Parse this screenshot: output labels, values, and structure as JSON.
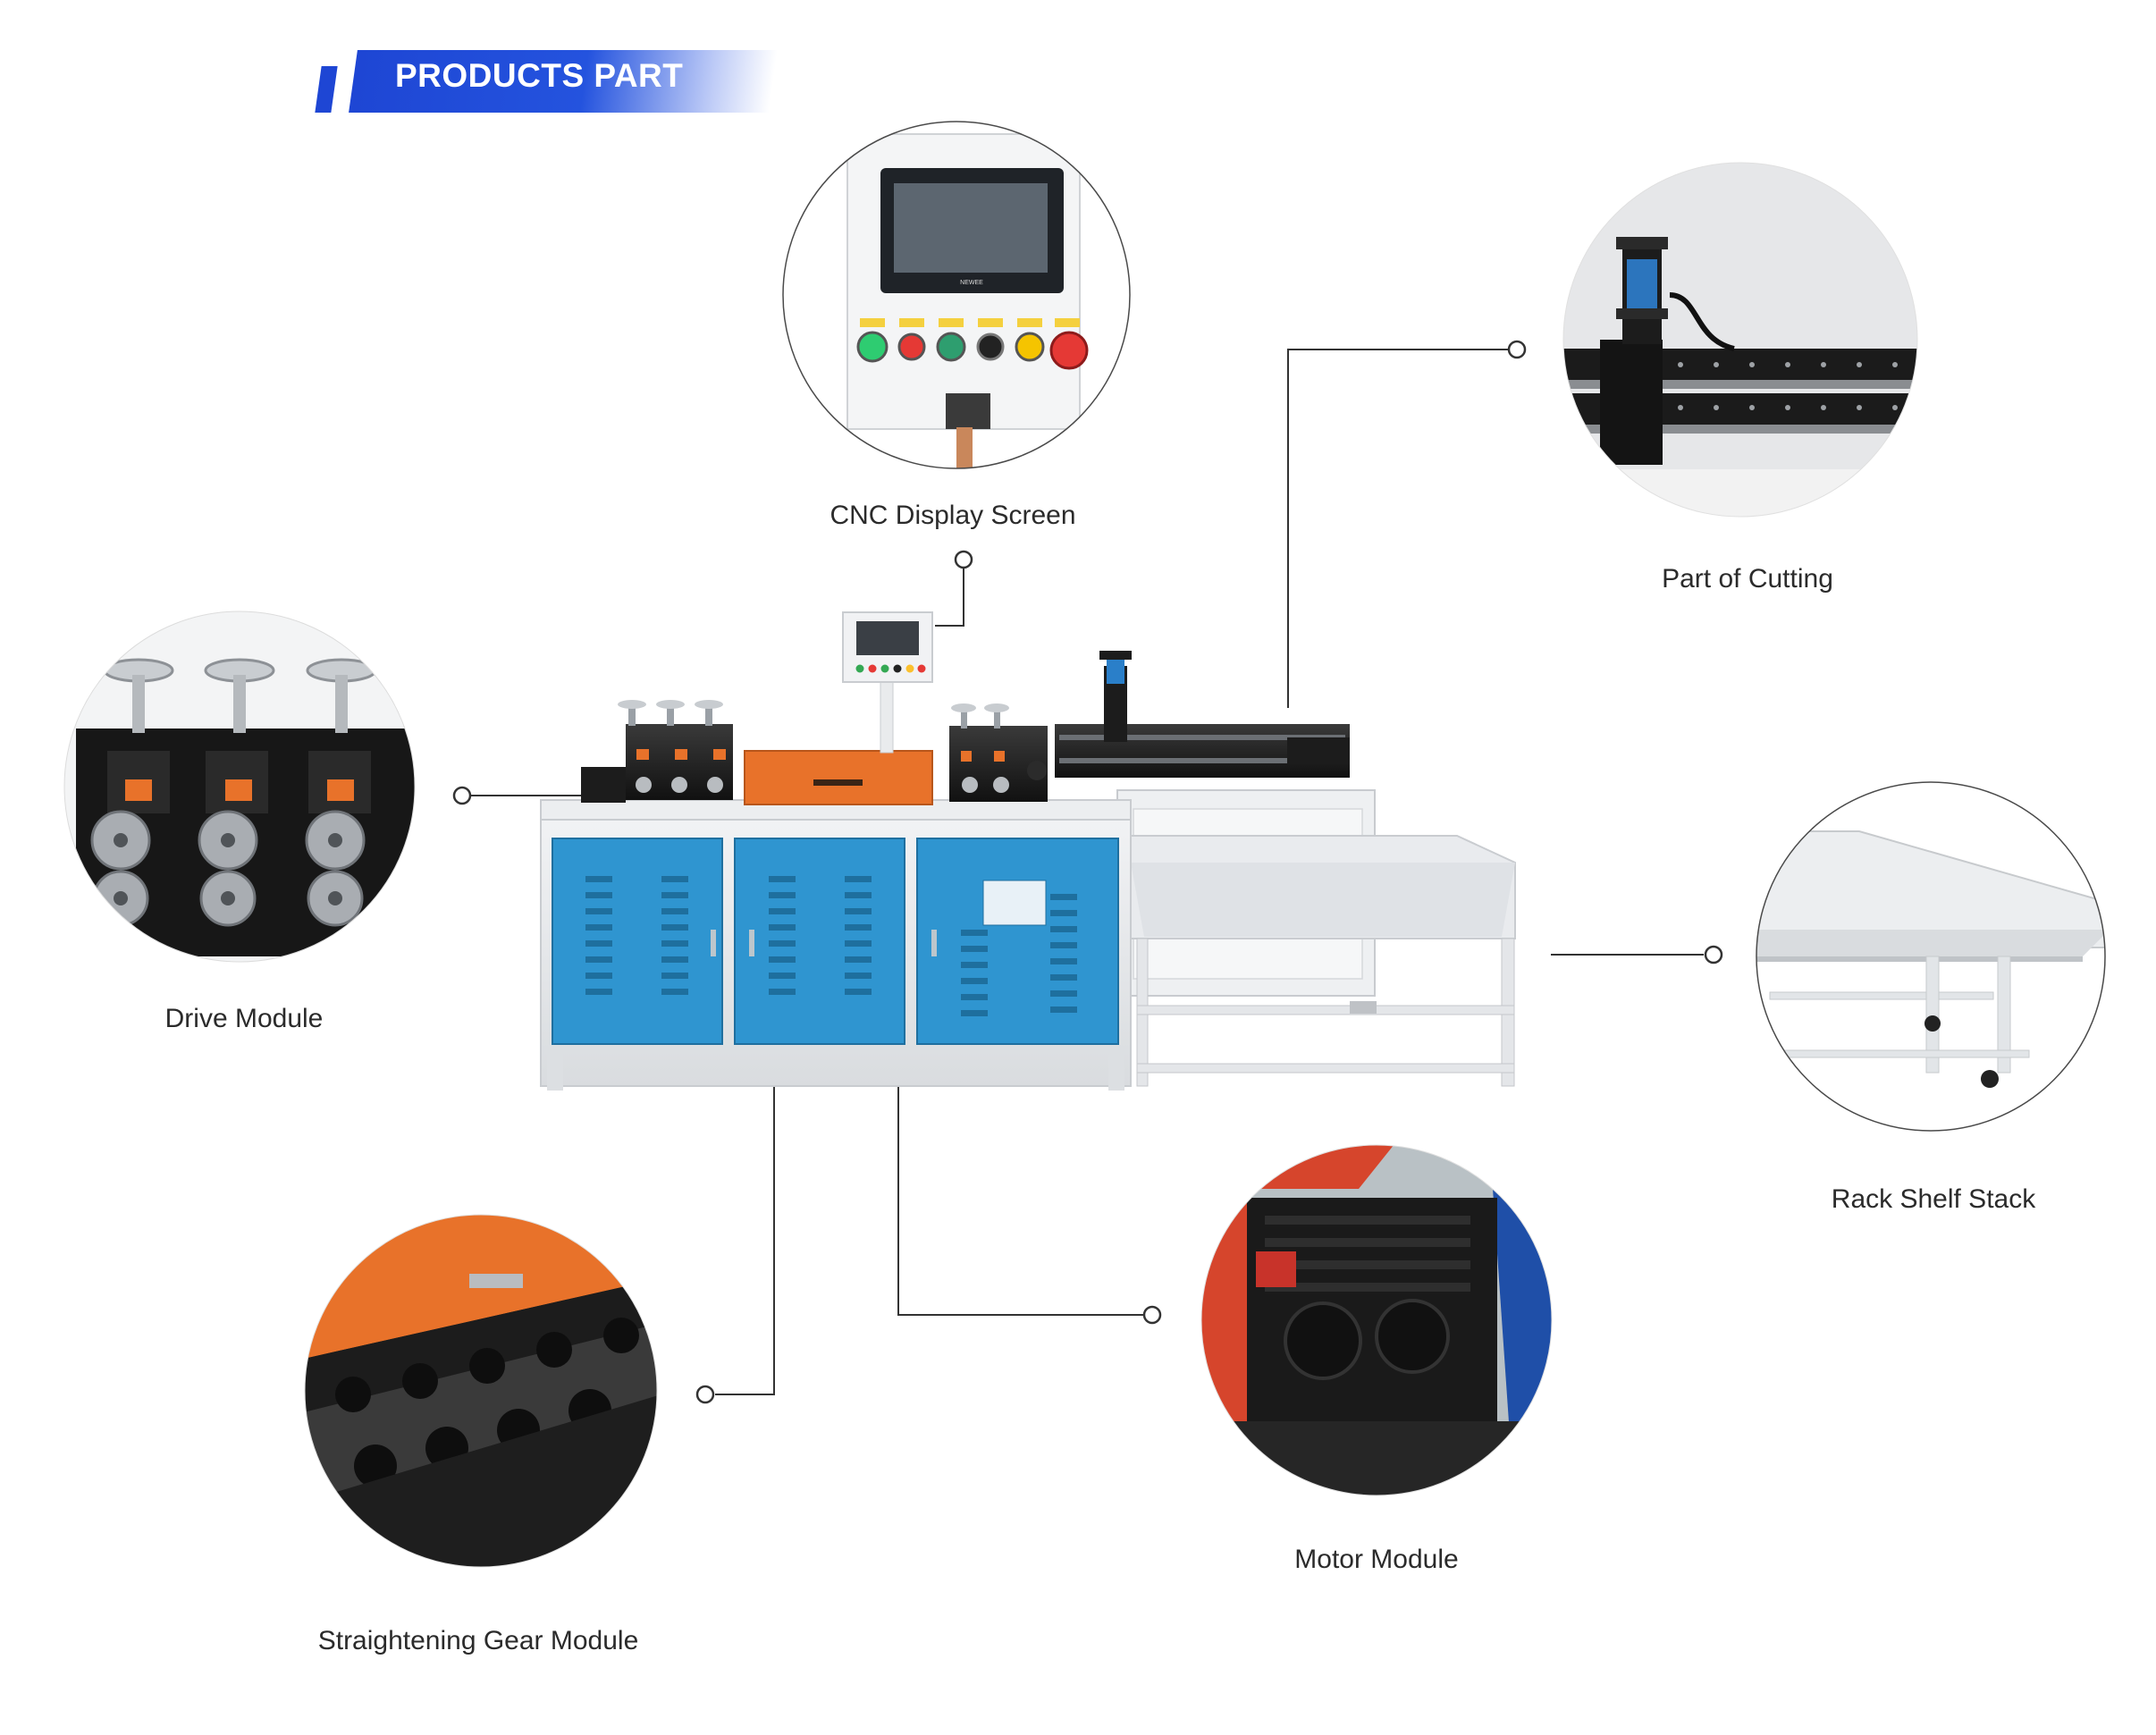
{
  "header": {
    "title": "PRODUCTS PART"
  },
  "colors": {
    "accent_blue": "#1e46d4",
    "cabinet_blue": "#2f95d0",
    "module_orange": "#e8722a",
    "frame_grey": "#e3e5e8",
    "line": "#333333"
  },
  "machine": {
    "screen_brand": "NEWEE"
  },
  "parts": [
    {
      "id": "cnc",
      "label": "CNC Display Screen",
      "icon": "cnc-panel-icon"
    },
    {
      "id": "cutting",
      "label": "Part of Cutting",
      "icon": "cutting-rail-icon"
    },
    {
      "id": "drive",
      "label": "Drive Module",
      "icon": "drive-rollers-icon"
    },
    {
      "id": "rack",
      "label": "Rack Shelf Stack",
      "icon": "rack-shelf-icon"
    },
    {
      "id": "motor",
      "label": "Motor Module",
      "icon": "servo-motor-icon"
    },
    {
      "id": "gear",
      "label": "Straightening Gear Module",
      "icon": "gear-plate-icon"
    }
  ]
}
